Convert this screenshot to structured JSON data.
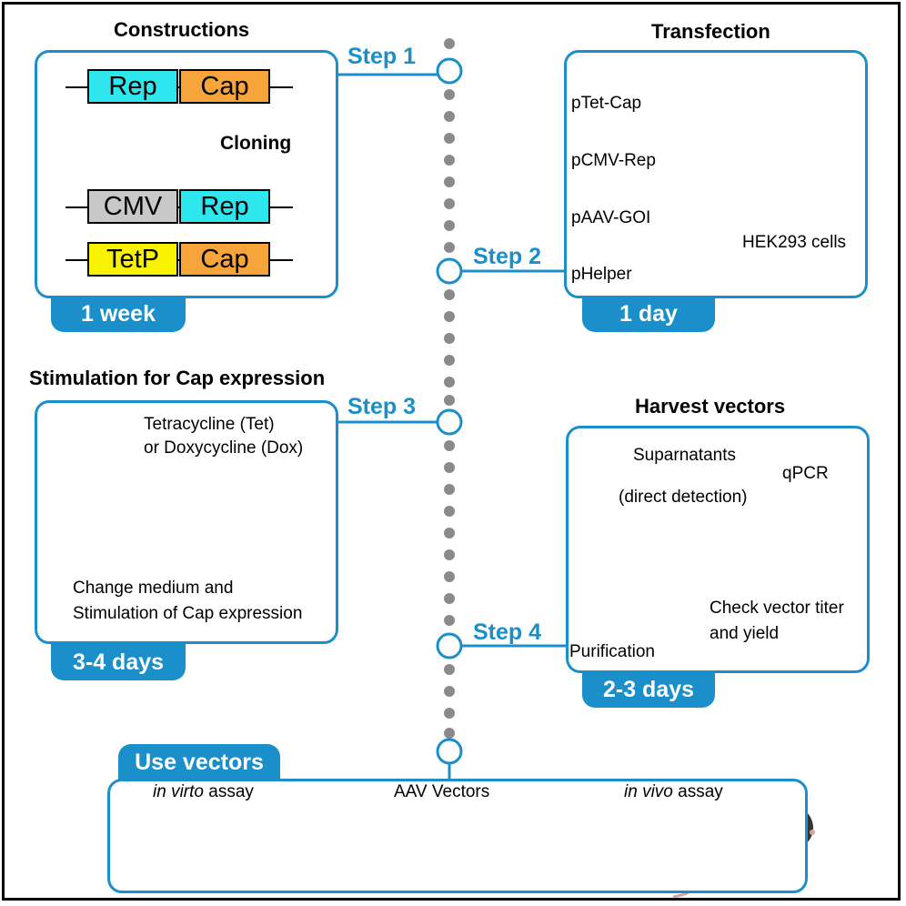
{
  "colors": {
    "accent": "#1a8fc9",
    "rep": "#2ee6ee",
    "cap": "#f7a43a",
    "cmv": "#c8c8c8",
    "tetp": "#f8f200",
    "medium": "#ef7f7a",
    "tet": "#c3a0d8",
    "helper": "#e0202a"
  },
  "headings": {
    "constructions": "Constructions",
    "transfection": "Transfection",
    "stimulation": "Stimulation for Cap expression",
    "harvest": "Harvest vectors",
    "use": "Use vectors"
  },
  "steps": {
    "s1": "Step 1",
    "s2": "Step 2",
    "s3": "Step 3",
    "s4": "Step 4"
  },
  "durations": {
    "d1": "1 week",
    "d2": "1 day",
    "d3": "3-4 days",
    "d4": "2-3 days"
  },
  "constructions": {
    "rep": "Rep",
    "cap": "Cap",
    "cloning": "Cloning",
    "cmv": "CMV",
    "rep2": "Rep",
    "tetp": "TetP",
    "cap2": "Cap"
  },
  "transfection": {
    "plasmids": [
      "pTet-Cap",
      "pCMV-Rep",
      "pAAV-GOI",
      "pHelper"
    ],
    "cells": "HEK293 cells"
  },
  "stimulation": {
    "drug_line1": "Tetracycline (Tet)",
    "drug_line2": "or Doxycycline (Dox)",
    "note_line1": "Change medium and",
    "note_line2": "Stimulation of Cap expression"
  },
  "harvest": {
    "supernatants": "Suparnatants",
    "direct": "(direct detection)",
    "qpcr": "qPCR",
    "purification": "Purification",
    "check_line1": "Check vector titer",
    "check_line2": "and yield"
  },
  "use": {
    "invitro_italic": "in virto",
    "invitro_rest": " assay",
    "vectors": "AAV Vectors",
    "invivo_italic": "in vivo",
    "invivo_rest": " assay"
  }
}
